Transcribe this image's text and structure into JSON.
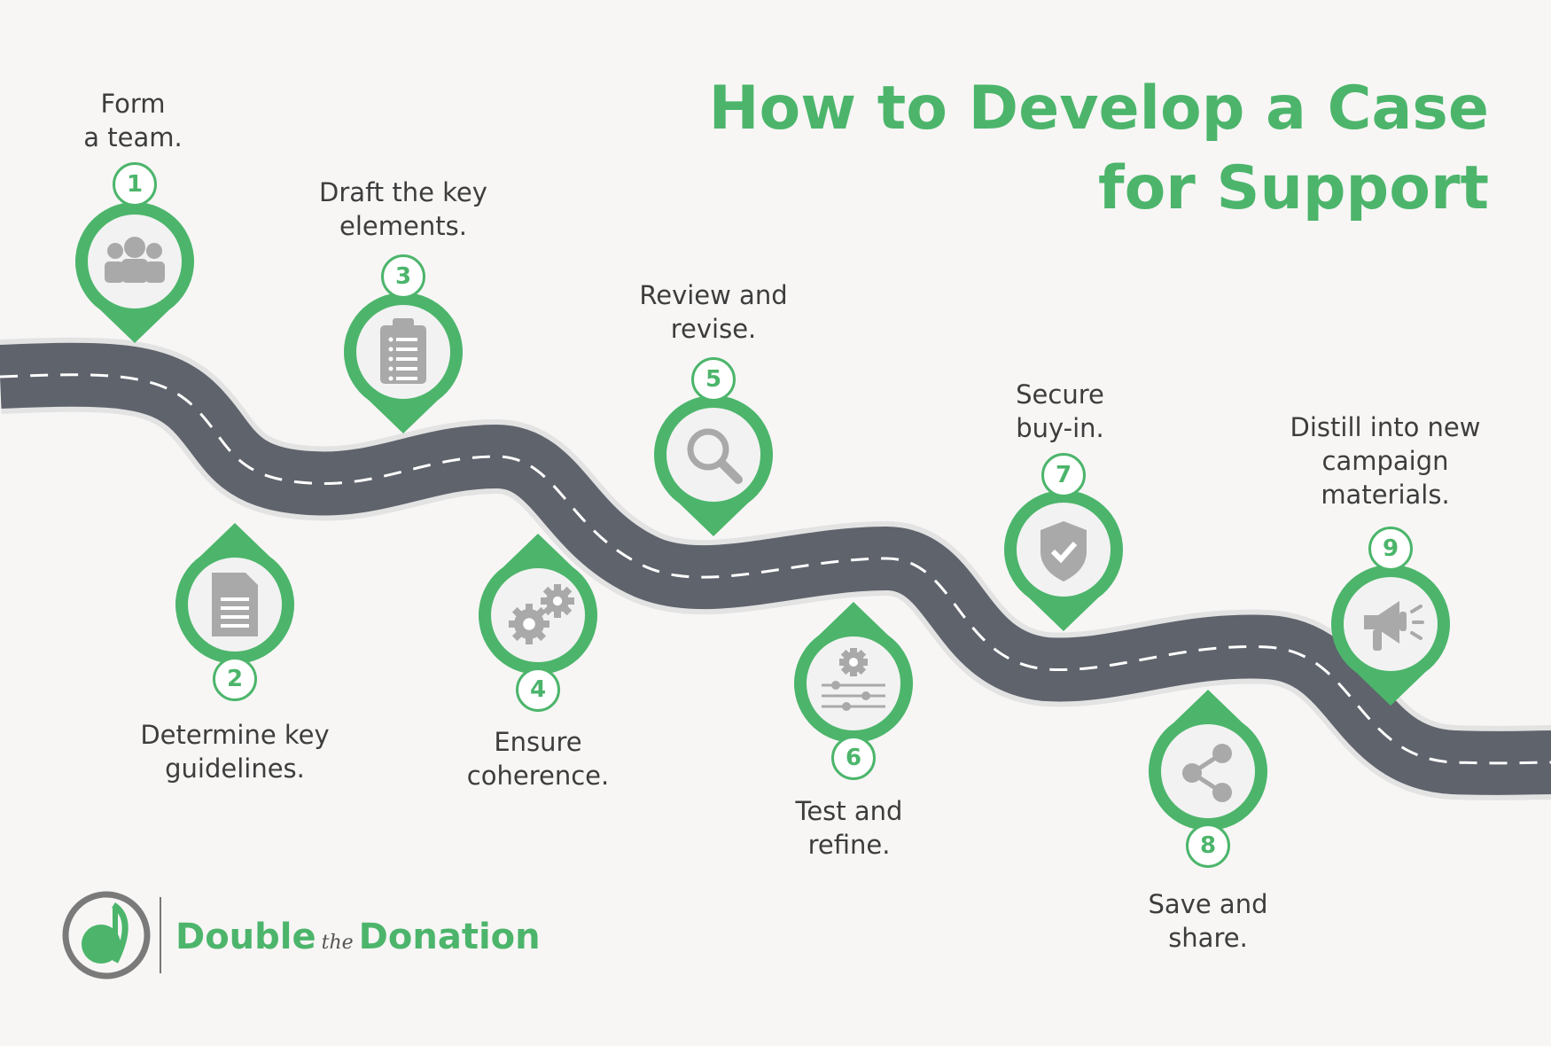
{
  "title": {
    "line1": "How to Develop a Case",
    "line2": "for Support"
  },
  "steps": [
    {
      "number": "1",
      "lines": [
        "Form",
        "a team."
      ],
      "icon": "team-icon"
    },
    {
      "number": "2",
      "lines": [
        "Determine key",
        "guidelines."
      ],
      "icon": "document-icon"
    },
    {
      "number": "3",
      "lines": [
        "Draft the key",
        "elements."
      ],
      "icon": "clipboard-icon"
    },
    {
      "number": "4",
      "lines": [
        "Ensure",
        "coherence."
      ],
      "icon": "gears-icon"
    },
    {
      "number": "5",
      "lines": [
        "Review and",
        "revise."
      ],
      "icon": "magnifier-icon"
    },
    {
      "number": "6",
      "lines": [
        "Test and",
        "refine."
      ],
      "icon": "settings-sliders-icon"
    },
    {
      "number": "7",
      "lines": [
        "Secure",
        "buy-in."
      ],
      "icon": "shield-check-icon"
    },
    {
      "number": "8",
      "lines": [
        "Save and",
        "share."
      ],
      "icon": "share-icon"
    },
    {
      "number": "9",
      "lines": [
        "Distill into new",
        "campaign",
        "materials."
      ],
      "icon": "megaphone-icon"
    }
  ],
  "brand": {
    "name_part1": "Double",
    "name_connector": "the",
    "name_part2": "Donation"
  },
  "colors": {
    "accent": "#4cb56b",
    "road": "#5f636c",
    "icon": "#a9a9a9",
    "background": "#f7f6f5"
  }
}
